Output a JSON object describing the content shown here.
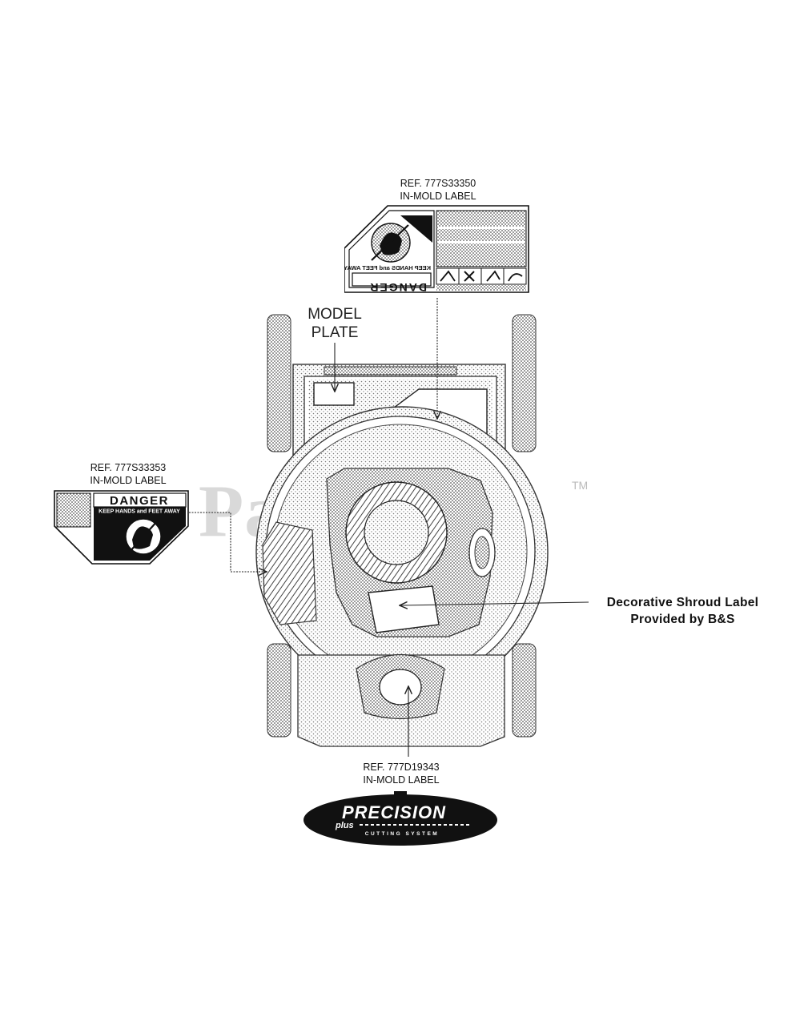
{
  "labels": {
    "top": {
      "ref": "REF. 777S33350",
      "type": "IN-MOLD LABEL"
    },
    "left": {
      "ref": "REF. 777S33353",
      "type": "IN-MOLD LABEL"
    },
    "bottom": {
      "ref": "REF. 777D19343",
      "type": "IN-MOLD LABEL"
    },
    "model_plate": {
      "line1": "MODEL",
      "line2": "PLATE"
    },
    "shroud": {
      "line1": "Decorative Shroud Label",
      "line2": "Provided by B&S"
    }
  },
  "decals": {
    "danger_word": "DANGER",
    "danger_mirrored": "DANGER",
    "danger_sub": "KEEP HANDS and FEET AWAY",
    "danger_sub_mirrored": "KEEP HANDS and FEET AWAY",
    "precision_word": "PRECISION",
    "precision_plus": "plus",
    "precision_sub": "CUTTING SYSTEM"
  },
  "watermark": {
    "text": "PartsTree",
    "trademark": "TM"
  },
  "colors": {
    "line": "#222222",
    "stipple": "#555555",
    "watermark": "#d9d9d9",
    "decal_dark": "#111111"
  }
}
